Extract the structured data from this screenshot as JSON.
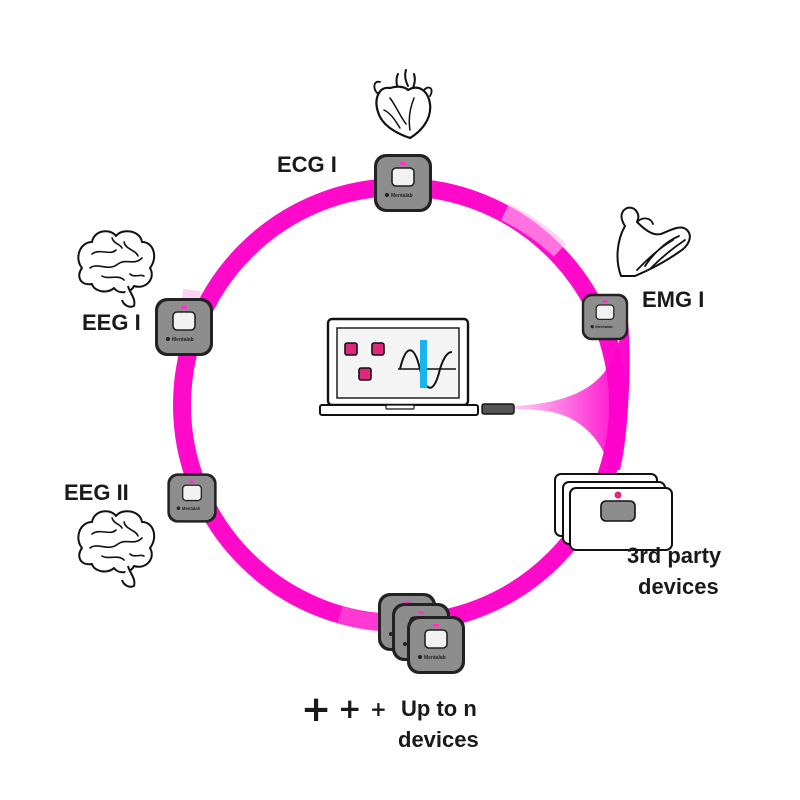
{
  "diagram": {
    "devices": {
      "ecg": "ECG I",
      "emg": "EMG I",
      "eeg1": "EEG I",
      "eeg2": "EEG II",
      "third_party_line1": "3rd party",
      "third_party_line2": "devices",
      "more_line1": "Up to n",
      "more_line2": "devices"
    },
    "brand_text": "Mentalab",
    "more_symbols": [
      "+",
      "+",
      "+"
    ],
    "colors": {
      "accent": "#ff00cc",
      "device_body": "#8a8a8a",
      "screen_square": "#e0287a",
      "signal_bar": "#19b4f0"
    },
    "icons": [
      "heart-icon",
      "muscle-arm-icon",
      "brain-icon",
      "laptop-icon"
    ]
  }
}
